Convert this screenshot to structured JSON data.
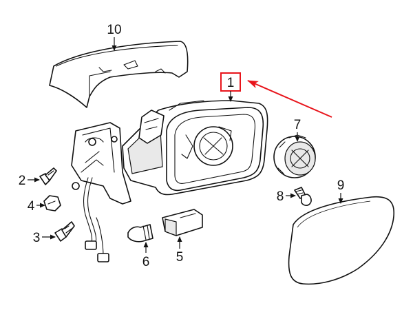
{
  "callouts": {
    "c1": "1",
    "c2": "2",
    "c3": "3",
    "c4": "4",
    "c5": "5",
    "c6": "6",
    "c7": "7",
    "c8": "8",
    "c9": "9",
    "c10": "10"
  },
  "colors": {
    "highlight": "#e8141b",
    "line": "#111111",
    "background": "#ffffff"
  }
}
